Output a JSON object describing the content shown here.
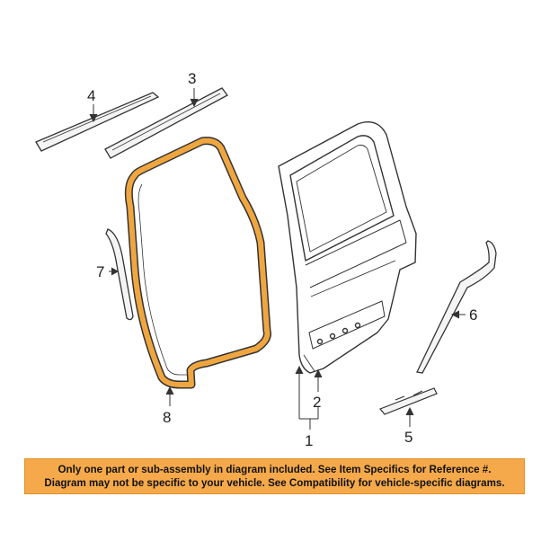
{
  "callouts": {
    "c1": "1",
    "c2": "2",
    "c3": "3",
    "c4": "4",
    "c5": "5",
    "c6": "6",
    "c7": "7",
    "c8": "8"
  },
  "notice": {
    "line1": "Only one part or sub-assembly in diagram included. See Item Specifics for Reference #.",
    "line2": "Diagram may not be specific to your vehicle. See Compatibility for vehicle-specific diagrams."
  },
  "colors": {
    "highlight": "#f0a640",
    "banner": "#f5a94a",
    "line": "#333333"
  }
}
